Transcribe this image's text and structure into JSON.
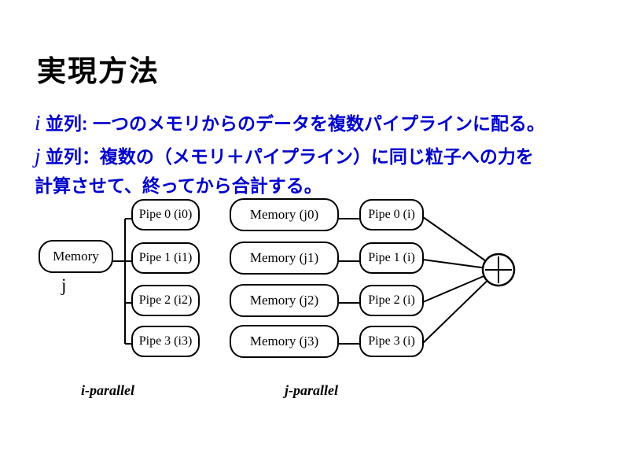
{
  "slide": {
    "title": "実現方法",
    "colors": {
      "accent_blue": "#0000CC",
      "ink": "#000000"
    },
    "body": {
      "line1": {
        "var": "i",
        "text": " 並列: 一つのメモリからのデータを複数パイプラインに配る。"
      },
      "line2": {
        "var": "j",
        "text": " 並列：複数の（メモリ＋パイプライン）に同じ粒子への力を"
      },
      "line3": {
        "text": "計算させて、終ってから合計する。"
      }
    }
  },
  "diagram": {
    "i_parallel": {
      "caption": "i-parallel",
      "memory": {
        "label": "Memory",
        "index_label": "j"
      },
      "pipes": [
        "Pipe 0 (i0)",
        "Pipe 1 (i1)",
        "Pipe 2 (i2)",
        "Pipe 3 (i3)"
      ]
    },
    "j_parallel": {
      "caption": "j-parallel",
      "memories": [
        "Memory (j0)",
        "Memory (j1)",
        "Memory (j2)",
        "Memory (j3)"
      ],
      "pipes": [
        "Pipe 0 (i)",
        "Pipe 1 (i)",
        "Pipe 2 (i)",
        "Pipe 3 (i)"
      ],
      "sum_icon": "plus-circle"
    }
  }
}
